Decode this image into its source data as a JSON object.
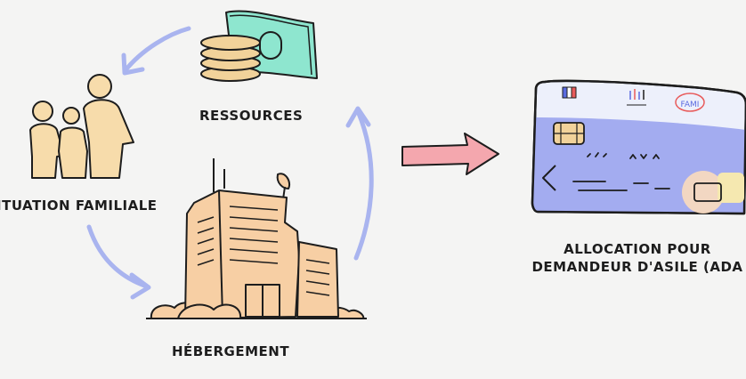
{
  "labels": {
    "ressources": "RESSOURCES",
    "situation": "ITUATION FAMILIALE",
    "hebergement": "HÉBERGEMENT",
    "ada_line1": "ALLOCATION POUR",
    "ada_line2": "DEMANDEUR D'ASILE (ADA"
  },
  "card": {
    "logo_mark": "FAMI"
  },
  "colors": {
    "background": "#f4f4f3",
    "cycle_arrows": "#a9b4ef",
    "main_arrow": "#f4a7ae",
    "card_body": "#a3acf0",
    "card_top": "#edf0fb",
    "building": "#f7cfa4",
    "family": "#f7dcab",
    "money": "#8ee6cf",
    "coins": "#f1d29a",
    "ink": "#1d1d1d"
  }
}
